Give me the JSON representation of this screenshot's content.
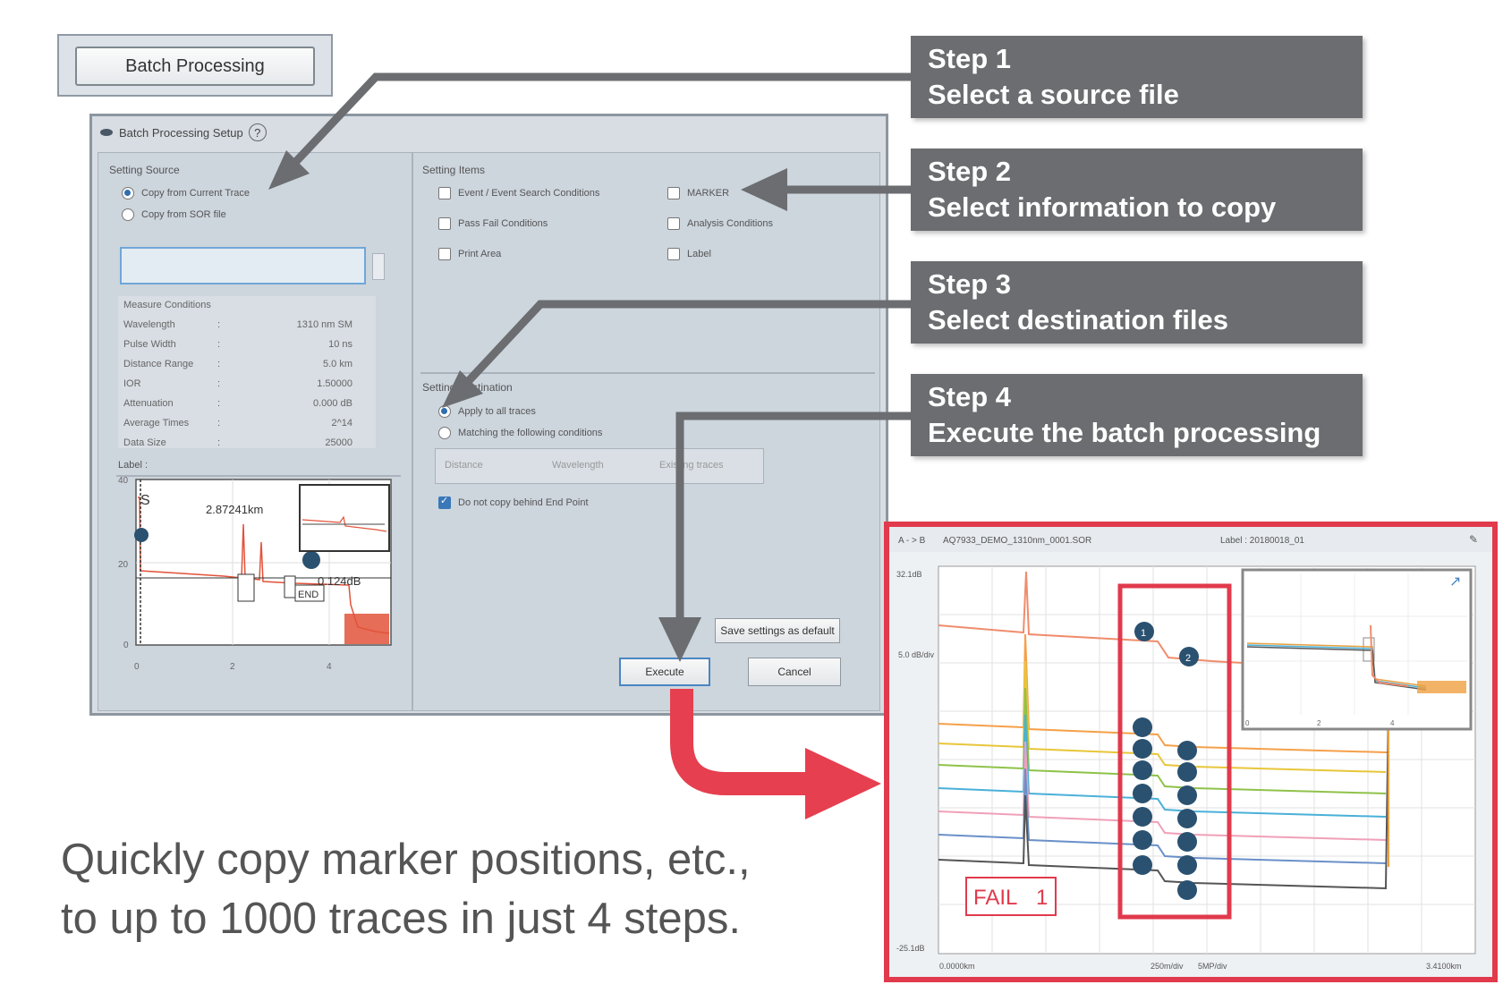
{
  "batch_button": {
    "label": "Batch Processing"
  },
  "dialog": {
    "title": "Batch Processing Setup",
    "help_icon": "?",
    "setting_source": {
      "title": "Setting Source",
      "options": [
        "Copy from Current Trace",
        "Copy from SOR file"
      ],
      "selected": 0
    },
    "measure_conditions": {
      "title": "Measure Conditions",
      "rows": [
        {
          "label": "Wavelength",
          "value": "1310 nm SM"
        },
        {
          "label": "Pulse Width",
          "value": "10 ns"
        },
        {
          "label": "Distance Range",
          "value": "5.0 km"
        },
        {
          "label": "IOR",
          "value": "1.50000"
        },
        {
          "label": "Attenuation",
          "value": "0.000 dB"
        },
        {
          "label": "Average Times",
          "value": "2^14"
        },
        {
          "label": "Data Size",
          "value": "25000"
        }
      ],
      "separator": ":"
    },
    "label_title": "Label :",
    "mini_chart": {
      "y_ticks": [
        "40",
        "20",
        "0"
      ],
      "x_ticks": [
        "0",
        "2",
        "4"
      ],
      "annotations": {
        "distance": "2.87241km",
        "loss": "0.124dB",
        "end": "END",
        "start": "S"
      }
    },
    "setting_items": {
      "title": "Setting Items",
      "items": [
        {
          "label": "Event / Event Search Conditions",
          "checked": false
        },
        {
          "label": "MARKER",
          "checked": false
        },
        {
          "label": "Pass Fail Conditions",
          "checked": false
        },
        {
          "label": "Analysis Conditions",
          "checked": false
        },
        {
          "label": "Print Area",
          "checked": false
        },
        {
          "label": "Label",
          "checked": false
        }
      ]
    },
    "setting_destination": {
      "title": "Setting Destination",
      "options": [
        "Apply to all traces",
        "Matching the following conditions"
      ],
      "selected": 0,
      "filters": [
        "Distance",
        "Wavelength",
        "Existing traces"
      ],
      "do_not_copy": {
        "label": "Do not copy behind End Point",
        "checked": true
      }
    },
    "buttons": {
      "save_default": "Save settings as default",
      "execute": "Execute",
      "cancel": "Cancel"
    }
  },
  "steps": [
    {
      "title": "Step 1",
      "text": "Select a source file"
    },
    {
      "title": "Step 2",
      "text": "Select information to copy"
    },
    {
      "title": "Step 3",
      "text": "Select destination files"
    },
    {
      "title": "Step 4",
      "text": "Execute the batch processing"
    }
  ],
  "caption": {
    "line1": "Quickly copy marker positions, etc.,",
    "line2": "to up to 1000 traces in just 4 steps."
  },
  "result_chart": {
    "header_left": "A - > B",
    "file_name": "AQ7933_DEMO_1310nm_0001.SOR",
    "label_text": "Label : 20180018_01",
    "y_top": "32.1dB",
    "y_scale": "5.0 dB/div",
    "y_bottom": "-25.1dB",
    "x_start": "0.0000km",
    "x_scale": "250m/div",
    "x_mid": "5MP/div",
    "x_end": "3.4100km",
    "fail_text": "FAIL",
    "fail_count": "1",
    "marker_1": "1",
    "marker_2": "2",
    "inset_x_ticks": [
      "0",
      "2",
      "4"
    ]
  },
  "colors": {
    "step_bg": "#6b6d70",
    "arrow": "#6b6d70",
    "red": "#e03a4c",
    "dialog_bg": "#cdd5dd",
    "marker": "#2b5170"
  }
}
